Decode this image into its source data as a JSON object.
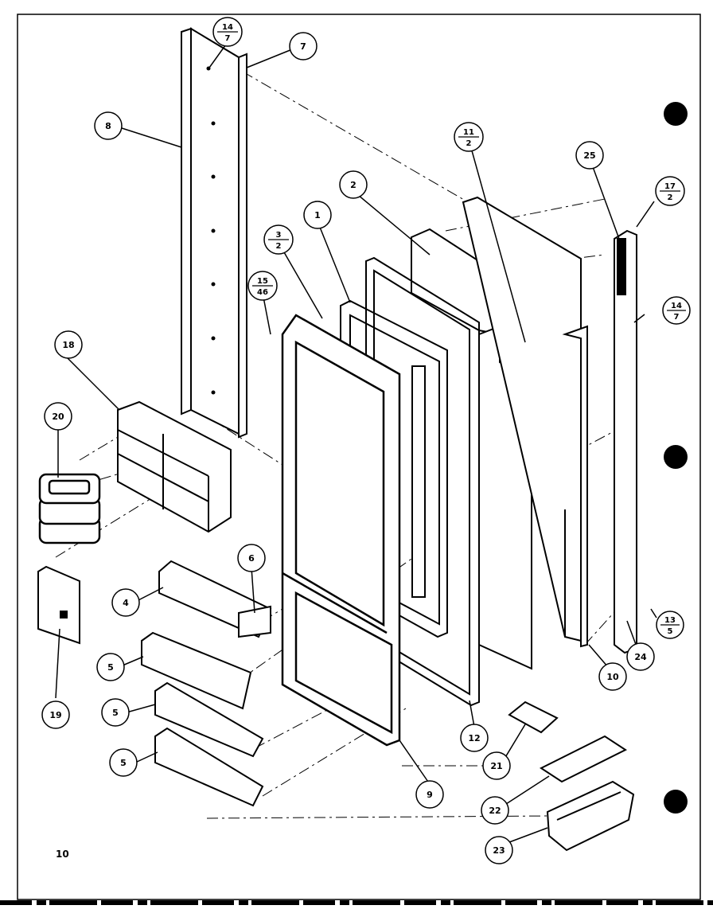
{
  "page_number": "10",
  "callouts": [
    {
      "id": "c1",
      "label": "1"
    },
    {
      "id": "c2",
      "label": "2"
    },
    {
      "id": "c4",
      "label": "4"
    },
    {
      "id": "c5a",
      "label": "5"
    },
    {
      "id": "c5b",
      "label": "5"
    },
    {
      "id": "c5c",
      "label": "5"
    },
    {
      "id": "c6",
      "label": "6"
    },
    {
      "id": "c7",
      "label": "7"
    },
    {
      "id": "c8",
      "label": "8"
    },
    {
      "id": "c9",
      "label": "9"
    },
    {
      "id": "c10",
      "label": "10"
    },
    {
      "id": "c12",
      "label": "12"
    },
    {
      "id": "c18",
      "label": "18"
    },
    {
      "id": "c19",
      "label": "19"
    },
    {
      "id": "c20",
      "label": "20"
    },
    {
      "id": "c21",
      "label": "21"
    },
    {
      "id": "c22",
      "label": "22"
    },
    {
      "id": "c23",
      "label": "23"
    },
    {
      "id": "c24",
      "label": "24"
    },
    {
      "id": "c25",
      "label": "25"
    }
  ],
  "fraction_callouts": [
    {
      "id": "f14_7",
      "top": "14",
      "bottom": "7"
    },
    {
      "id": "f11_2",
      "top": "11",
      "bottom": "2"
    },
    {
      "id": "f17_2",
      "top": "17",
      "bottom": "2"
    },
    {
      "id": "f3_2",
      "top": "3",
      "bottom": "2"
    },
    {
      "id": "f15_46",
      "top": "15",
      "bottom": "46"
    },
    {
      "id": "f14_7b",
      "top": "14",
      "bottom": "7"
    },
    {
      "id": "f13_5",
      "top": "13",
      "bottom": "5"
    }
  ]
}
